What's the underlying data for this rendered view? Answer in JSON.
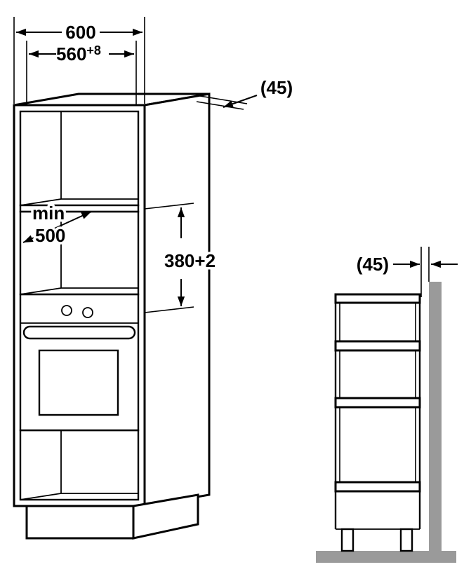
{
  "diagram": {
    "labels": {
      "overall_width": "600",
      "niche_width": "560",
      "niche_width_tolerance": "+8",
      "front_panel_thickness": "(45)",
      "min_depth_word": "min",
      "min_depth_value": "500",
      "niche_height": "380+2",
      "side_panel_thickness": "(45)"
    }
  }
}
